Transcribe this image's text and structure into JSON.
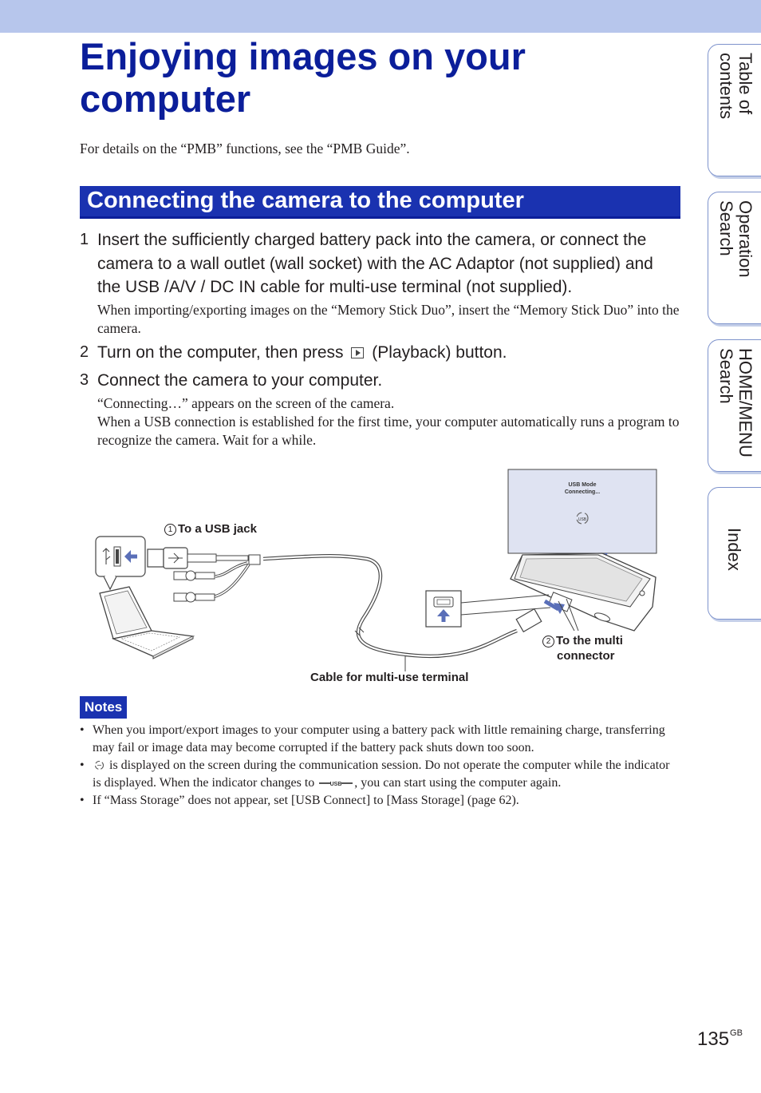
{
  "page": {
    "title": "Enjoying images on your computer",
    "intro": "For details on the “PMB” functions, see the “PMB Guide”.",
    "section_title": "Connecting the camera to the computer",
    "page_number": "135",
    "page_suffix": "GB"
  },
  "steps": [
    {
      "num": "1",
      "text": "Insert the sufficiently charged battery pack into the camera, or connect the camera to a wall outlet (wall socket) with the AC Adaptor (not supplied) and the USB /A/V / DC IN cable for multi-use terminal (not supplied).",
      "sub": "When importing/exporting images on the “Memory Stick Duo”, insert the “Memory Stick Duo” into the camera."
    },
    {
      "num": "2",
      "text_before": "Turn on the computer, then press",
      "text_after": "(Playback) button."
    },
    {
      "num": "3",
      "text": "Connect the camera to your computer.",
      "sub1": "“Connecting…” appears on the screen of the camera.",
      "sub2": "When a USB connection is established for the first time, your computer automatically runs a program to recognize the camera. Wait for a while."
    }
  ],
  "diagram": {
    "label_usb_jack_num": "1",
    "label_usb_jack": "To a USB jack",
    "label_multi_num": "2",
    "label_multi_line1": "To the multi",
    "label_multi_line2": "connector",
    "label_cable": "Cable for multi-use terminal",
    "screen_line1": "USB Mode",
    "screen_line2": "Connecting...",
    "usb_symbol_text": "USB"
  },
  "notes": {
    "badge": "Notes",
    "items": {
      "n1": "When you import/export images to your computer using a battery pack with little remaining charge, transferring may fail or image data may become corrupted if the battery pack shuts down too soon.",
      "n2_after_icon": " is displayed on the screen during the communication session. Do not operate the computer while the indicator is displayed. When the indicator changes to ",
      "n2_end": ", you can start using the computer again.",
      "n3": "If “Mass Storage” does not appear, set [USB Connect] to [Mass Storage] (page 62)."
    }
  },
  "side_tabs": [
    {
      "label": "Table of\ncontents"
    },
    {
      "label": "Operation\nSearch"
    },
    {
      "label": "HOME/MENU\nSearch"
    },
    {
      "label": "Index"
    }
  ],
  "colors": {
    "title_blue": "#0b1e9a",
    "bar_blue": "#1a32b0",
    "top_band": "#b7c6ec",
    "tab_border": "#7e93cc"
  }
}
